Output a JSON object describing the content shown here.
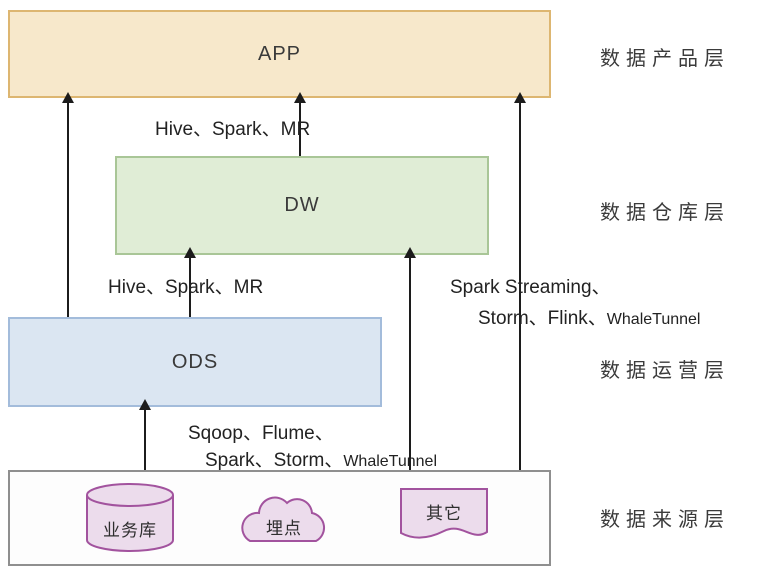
{
  "diagram": {
    "layers": {
      "app": {
        "label": "APP",
        "side_label": "数据产品层"
      },
      "dw": {
        "label": "DW",
        "side_label": "数据仓库层"
      },
      "ods": {
        "label": "ODS",
        "side_label": "数据运营层"
      },
      "source": {
        "side_label": "数据来源层",
        "items": [
          {
            "label": "业务库",
            "shape": "database-cylinder"
          },
          {
            "label": "埋点",
            "shape": "cloud"
          },
          {
            "label": "其它",
            "shape": "document"
          }
        ]
      }
    },
    "annotations": {
      "dw_to_app": "Hive、Spark、MR",
      "ods_to_dw": "Hive、Spark、MR",
      "right_stream_line1": "Spark Streaming、",
      "right_stream_line2_main": "Storm、Flink、",
      "right_stream_line2_suffix": "WhaleTunnel",
      "source_line1": "Sqoop、Flume、",
      "source_line2_main": "Spark、Storm、",
      "source_line2_suffix": "WhaleTunnel"
    },
    "colors": {
      "app_fill": "#f7e8cb",
      "app_border": "#ddb671",
      "dw_fill": "#e0edd6",
      "dw_border": "#a9c697",
      "ods_fill": "#dbe6f2",
      "ods_border": "#a3bcdb",
      "source_fill": "#fdfdfd",
      "source_border": "#8f8f8f",
      "shape_fill": "#ecdcec",
      "shape_border": "#a2539e",
      "arrow": "#1c1c1c",
      "text": "#333333"
    }
  }
}
